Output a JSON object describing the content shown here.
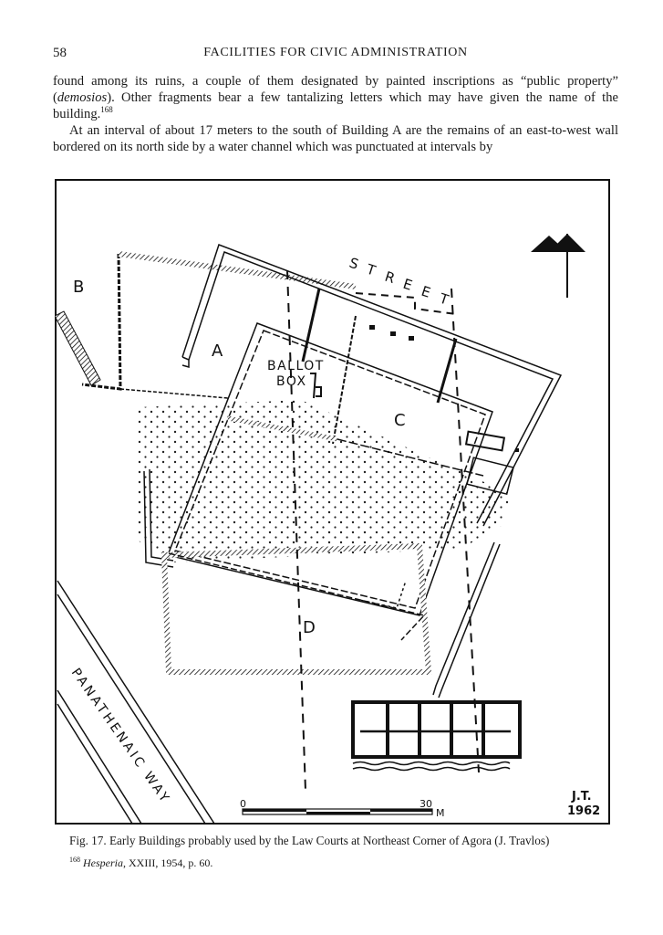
{
  "header": {
    "page_number": "58",
    "running_title": "FACILITIES FOR CIVIC ADMINISTRATION"
  },
  "body": {
    "p1_before_em": "found among its ruins, a couple of them designated by painted inscriptions as “public property” (",
    "p1_em": "demosios",
    "p1_after_em": "). Other fragments bear a few tantalizing letters which may have given the name of the building.",
    "p1_note": "168",
    "p2": "At an interval of about 17 meters to the south of Building A are the remains of an east-to-west wall bordered on its north side by a water channel which was punctuated at intervals by"
  },
  "figure": {
    "labels": {
      "street": [
        "S",
        "T",
        "R",
        "E",
        "E",
        "T"
      ],
      "b": "B",
      "a": "A",
      "ballot_1": "BALLOT",
      "ballot_2": "BOX",
      "c": "C",
      "d": "D",
      "way": "PANATHENAIC WAY",
      "scale_zero": "0",
      "scale_thirty": "30",
      "scale_unit": "M",
      "initials": "J.T.",
      "year": "1962"
    }
  },
  "caption": {
    "text": "Fig. 17.   Early Buildings probably used by the Law Courts at Northeast Corner of Agora (J. Travlos)"
  },
  "footnote": {
    "mark": "168",
    "journal": "Hesperia",
    "rest": ", XXIII, 1954, p. 60."
  }
}
